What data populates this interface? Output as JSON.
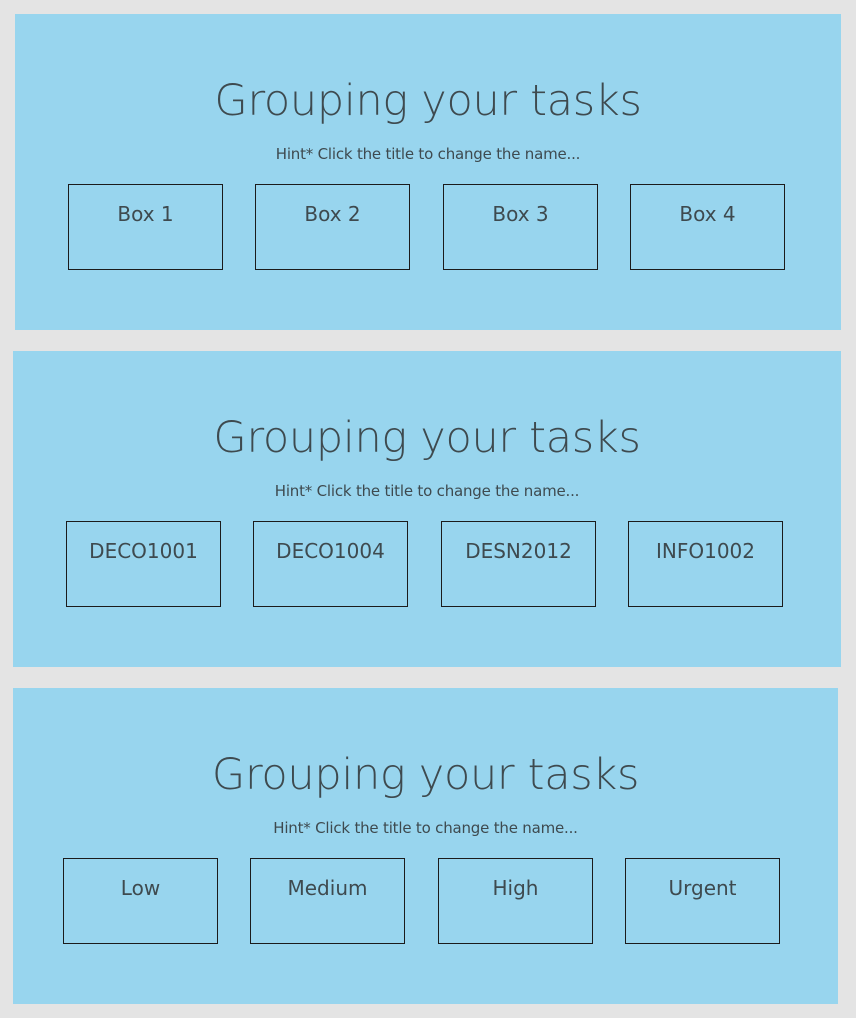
{
  "panels": [
    {
      "title": "Grouping your tasks",
      "hint": "Hint* Click the title to change the name...",
      "boxes": [
        "Box 1",
        "Box 2",
        "Box 3",
        "Box 4"
      ]
    },
    {
      "title": "Grouping your tasks",
      "hint": "Hint* Click the title to change the name...",
      "boxes": [
        "DECO1001",
        "DECO1004",
        "DESN2012",
        "INFO1002"
      ]
    },
    {
      "title": "Grouping your tasks",
      "hint": "Hint* Click the title to change the name...",
      "boxes": [
        "Low",
        "Medium",
        "High",
        "Urgent"
      ]
    }
  ],
  "colors": {
    "page_background": "#e4e4e4",
    "panel_background": "#98d5ee",
    "text": "#3e4a4f",
    "box_border": "#1b1b1b"
  }
}
